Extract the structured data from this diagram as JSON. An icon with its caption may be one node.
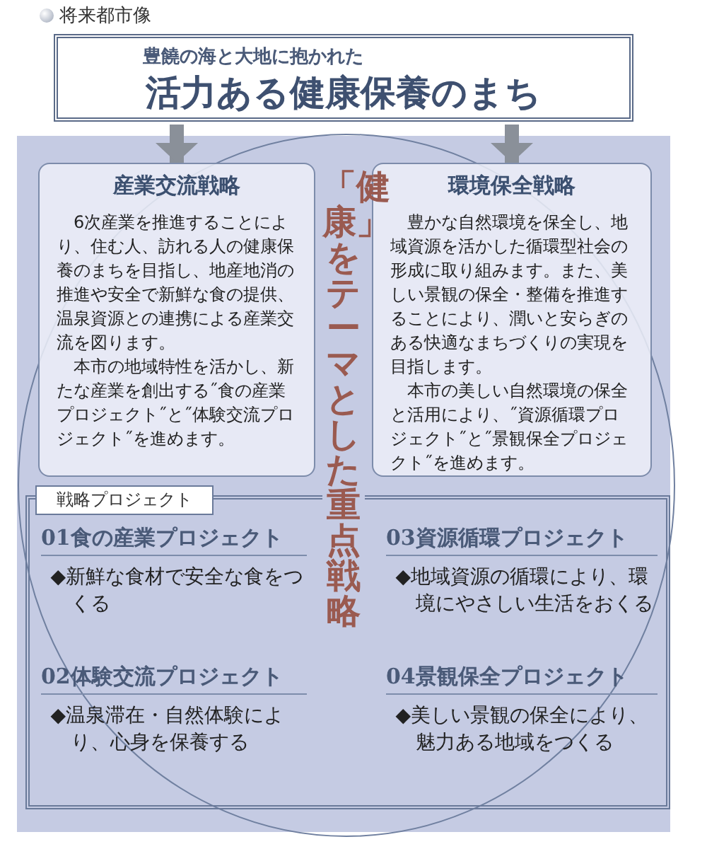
{
  "diagram": {
    "nodes": [
      {
        "text": [
          "将来都市像",
          "豊饒の海と大地に抱かれた",
          "活力ある健康保養のまち"
        ]
      },
      {
        "text": [
          "「健康」をテーマとした重点戦略"
        ]
      },
      {
        "text": [
          "産業交流戦略",
          "6次産業を推進することにより、住む人、訪れる人の健康保養のまちを目指し、地産地消の推進や安全で新鮮な食の提供、温泉資源との連携による産業交流を図ります。",
          "本市の地域特性を活かし、新たな産業を創出する˝食の産業プロジェクト˝と˝体験交流プロジェクト˝を進めます。"
        ],
        "in": 1
      },
      {
        "text": [
          "環境保全戦略",
          "豊かな自然環境を保全し、地域資源を活かした循環型社会の形成に取り組みます。また、美しい景観の保全・整備を推進することにより、潤いと安らぎのある快適なまちづくりの実現を目指します。",
          "本市の美しい自然環境の保全と活用により、˝資源循環プロジェクト˝と˝景観保全プロジェクト˝を進めます。"
        ],
        "in": 1
      },
      {
        "text": [
          "戦略プロジェクト"
        ],
        "in": 1
      },
      {
        "text": [
          "01食の産業プロジェクト",
          "◆新鮮な食材で安全な食をつくる"
        ],
        "in": 4
      },
      {
        "text": [
          "02体験交流プロジェクト",
          "◆温泉滞在・自然体験により、心身を保養する"
        ],
        "in": 4
      },
      {
        "text": [
          "03資源循環プロジェクト",
          "◆地域資源の循環により、環境にやさしい生活をおくる"
        ],
        "in": 4
      },
      {
        "text": [
          "04景観保全プロジェクト",
          "◆美しい景観の保全により、魅力ある地域をつくる"
        ],
        "in": 4
      }
    ],
    "edges": [
      {
        "from": 0,
        "to": 2,
        "arrow": "to"
      },
      {
        "from": 0,
        "to": 3,
        "arrow": "to"
      }
    ]
  }
}
